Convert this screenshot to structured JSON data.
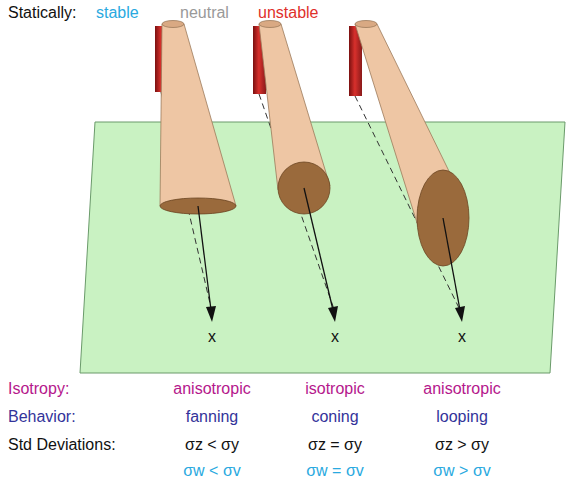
{
  "diagram": {
    "labels": [
      "Statically:",
      "stable",
      "neutral",
      "unstable",
      "x",
      "x",
      "x",
      "Isotropy:",
      "anisotropic",
      "isotropic",
      "anisotropic",
      "Behavior:",
      "fanning",
      "coning",
      "looping",
      "Std Deviations:",
      "σz < σy",
      "σz = σy",
      "σz > σy",
      "σw < σv",
      "σw = σv",
      "σw > σv"
    ]
  }
}
